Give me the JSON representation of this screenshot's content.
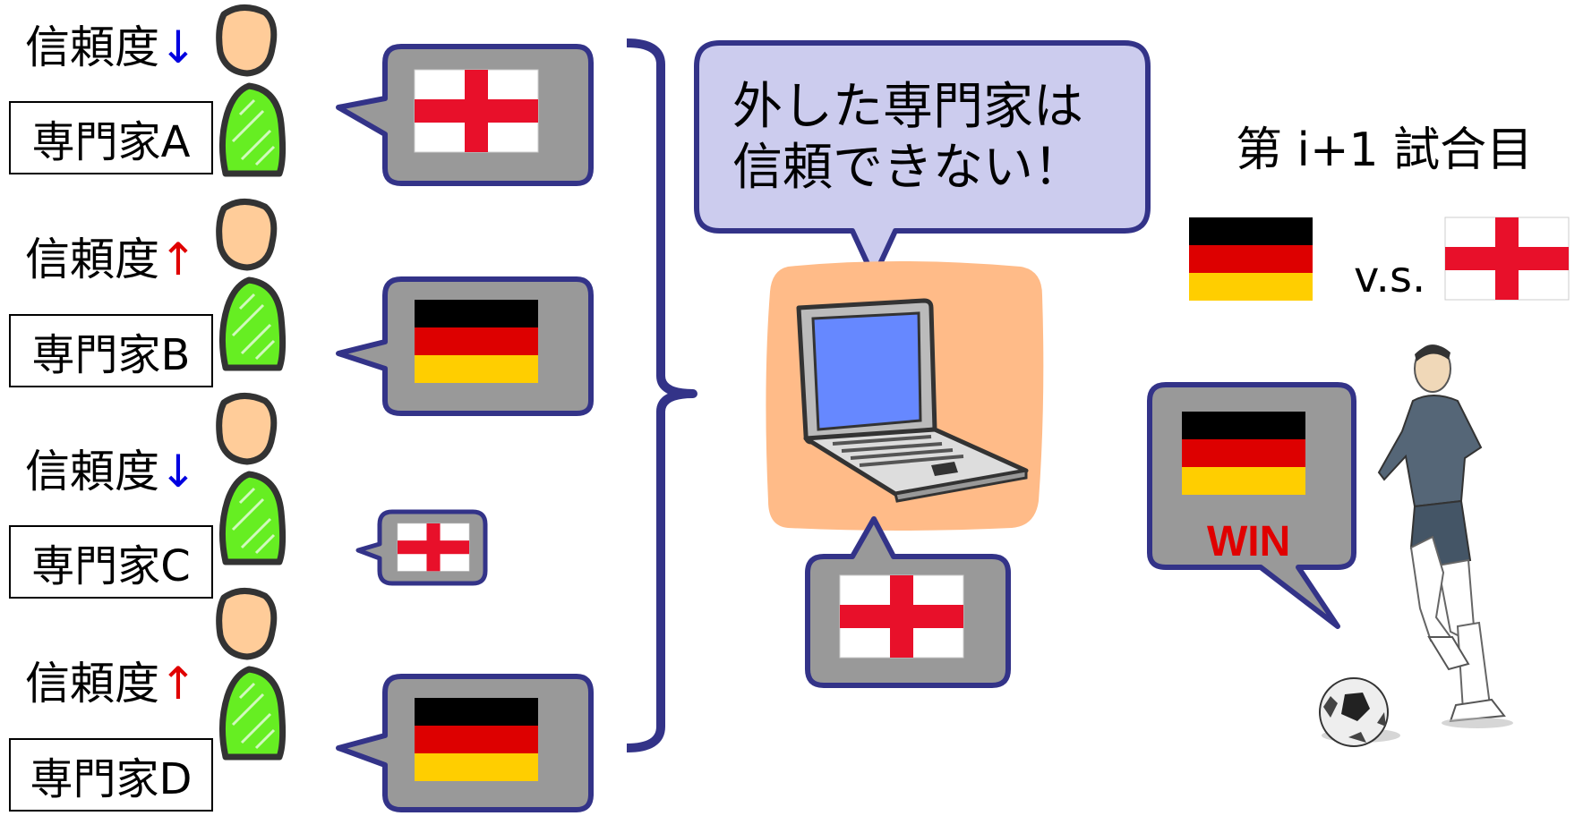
{
  "experts": [
    {
      "trust_label": "信頼度",
      "trust_arrow": "↓",
      "trust_dir": "down",
      "name": "専門家A",
      "prediction": "england-flag"
    },
    {
      "trust_label": "信頼度",
      "trust_arrow": "↑",
      "trust_dir": "up",
      "name": "専門家B",
      "prediction": "germany-flag"
    },
    {
      "trust_label": "信頼度",
      "trust_arrow": "↓",
      "trust_dir": "down",
      "name": "専門家C",
      "prediction": "england-flag"
    },
    {
      "trust_label": "信頼度",
      "trust_arrow": "↑",
      "trust_dir": "up",
      "name": "専門家D",
      "prediction": "germany-flag"
    }
  ],
  "computer": {
    "speech_line1": "外した専門家は",
    "speech_line2": "信頼できない！",
    "prediction": "england-flag"
  },
  "match": {
    "title": "第 i+1 試合目",
    "team1": "germany-flag",
    "vs_label": "v.s.",
    "team2": "england-flag",
    "result_flag": "germany-flag",
    "result_label": "WIN"
  },
  "colors": {
    "bubble_gray": "#999999",
    "bubble_border": "#333388",
    "computer_bubble": "#ccccee",
    "person_green": "#66ee22",
    "person_skin": "#ffcc99",
    "laptop_bg": "#ffbb88",
    "arrow_up": "#e00000",
    "arrow_down": "#0000e0",
    "win_red": "#e00000"
  }
}
